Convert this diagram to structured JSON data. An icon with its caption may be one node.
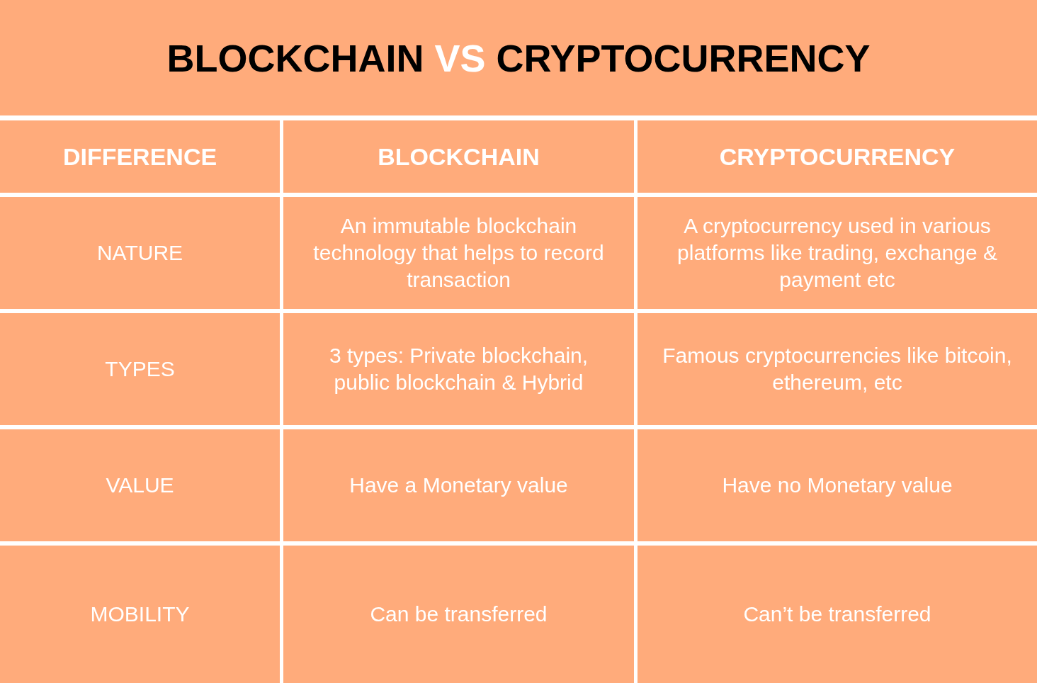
{
  "diagram": {
    "title": "BLOCKCHAIN VS CRYPTOCURRENCY",
    "labels": [
      "DIFFERENCE",
      "BLOCKCHAIN",
      "CRYPTOCURRENCY",
      "NATURE",
      "An immutable blockchain technology that helps to record transaction",
      "A cryptocurrency used in various platforms like trading, exchange & payment etc",
      "TYPES",
      "3 types: Private blockchain, public blockchain & Hybrid",
      "Famous cryptocurrencies like bitcoin, ethereum, etc",
      "VALUE",
      "Have a Monetary value",
      "Have no Monetary value",
      "MOBILITY",
      "Can be transferred",
      "Can’t be transferred"
    ]
  }
}
